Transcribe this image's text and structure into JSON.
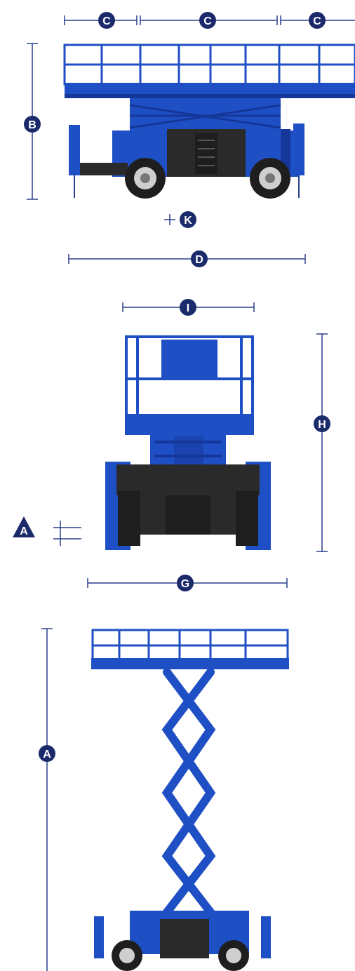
{
  "colors": {
    "machine_blue": "#1f4fc4",
    "machine_dark_blue": "#16379a",
    "marker_navy": "#1b2a6b",
    "dimension_line": "#2b3f8c",
    "wheel_dark": "#1e1e1e",
    "black_panel": "#2a2a2a"
  },
  "labels": {
    "c": "C",
    "b": "B",
    "k": "K",
    "d": "D",
    "i": "I",
    "h": "H",
    "a_triangle": "A",
    "g": "G",
    "a": "A"
  },
  "views": [
    "side-view-stowed",
    "rear-view-stowed",
    "side-view-extended"
  ],
  "icons": [
    "circle-marker-icon",
    "triangle-marker-icon",
    "crosshair-icon",
    "ground-clearance-icon"
  ]
}
